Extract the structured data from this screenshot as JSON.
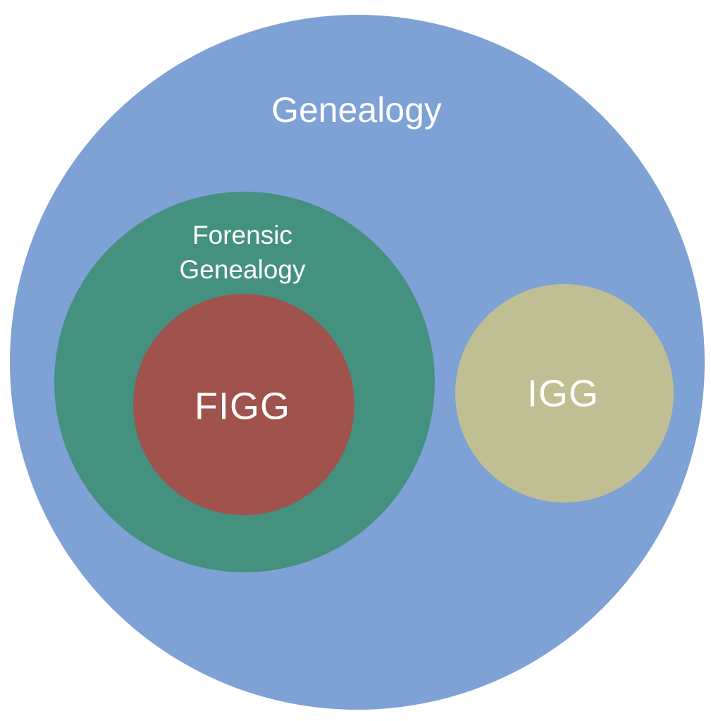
{
  "diagram": {
    "type": "euler-venn",
    "background_color": "#ffffff",
    "label_text_color": "#ffffff",
    "sets": {
      "genealogy": {
        "label": "Genealogy",
        "color": "#7ea1d6",
        "contains": [
          "forensic_genealogy",
          "igg"
        ]
      },
      "forensic_genealogy": {
        "label": "Forensic\nGenealogy",
        "color": "#44917f",
        "contains": [
          "figg"
        ]
      },
      "figg": {
        "label": "FIGG",
        "color": "#a0524c",
        "contains": []
      },
      "igg": {
        "label": "IGG",
        "color": "#bfbf93",
        "contains": []
      }
    }
  }
}
